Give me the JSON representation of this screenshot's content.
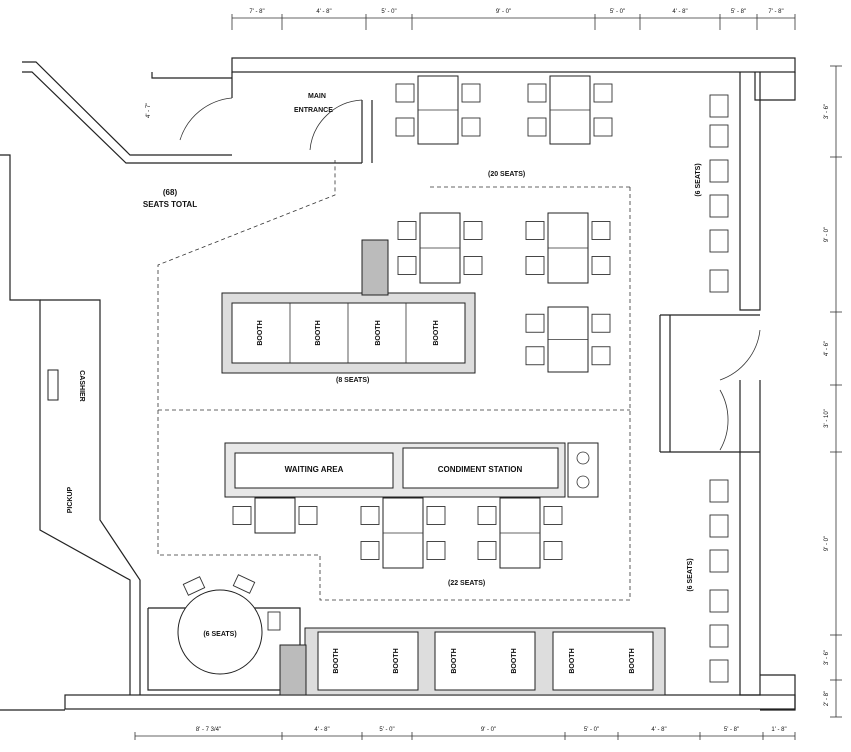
{
  "labels": {
    "main_entrance": [
      "MAIN",
      "ENTRANCE"
    ],
    "seats_total": [
      "(68)",
      "SEATS TOTAL"
    ],
    "seats_20": "(20 SEATS)",
    "seats_8": "(8 SEATS)",
    "seats_22": "(22 SEATS)",
    "seats_6_round": "(6 SEATS)",
    "seats_6_right_top": "(6 SEATS)",
    "seats_6_right_bottom": "(6 SEATS)",
    "waiting_area": "WAITING AREA",
    "condiment_station": "CONDIMENT STATION",
    "cashier": "CASHIER",
    "pickup": "PICKUP",
    "booth": "BOOTH"
  },
  "dimensions": {
    "top": [
      "7' - 8\"",
      "4' - 8\"",
      "5' - 0\"",
      "9' - 0\"",
      "5' - 0\"",
      "4' - 8\"",
      "5' - 8\"",
      "7' - 8\""
    ],
    "bottom": [
      "8' - 7 3/4\"",
      "4' - 8\"",
      "5' - 0\"",
      "9' - 0\"",
      "5' - 0\"",
      "4' - 8\"",
      "5' - 8\"",
      "1' - 8\""
    ],
    "right": [
      "3' - 6\"",
      "9' - 0\"",
      "4' - 6\"",
      "3' - 10\"",
      "9' - 0\"",
      "3' - 6\"",
      "2' - 8\""
    ],
    "entrance": "4' - 7\""
  }
}
